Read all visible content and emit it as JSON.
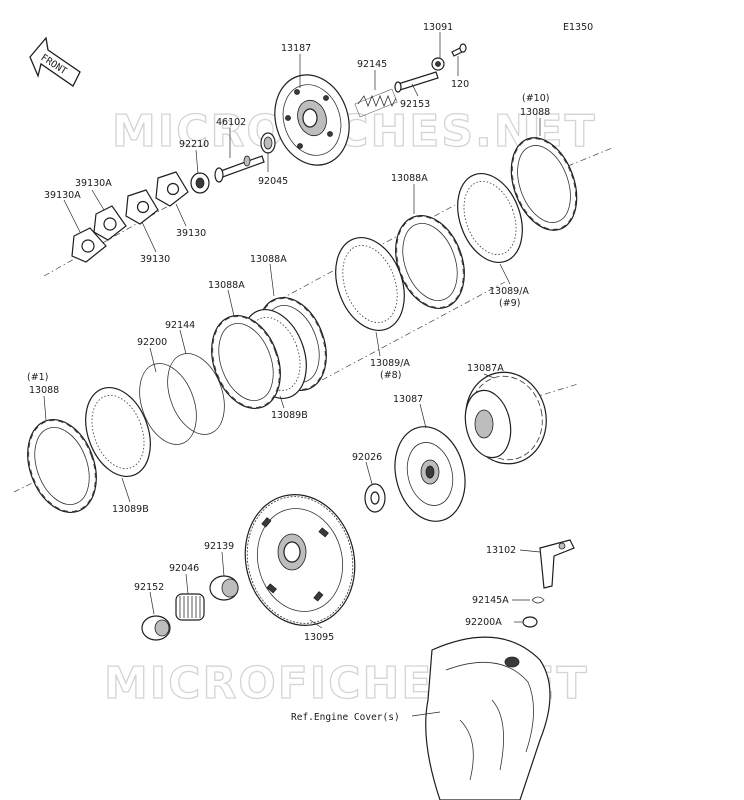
{
  "diagram_code": "E1350",
  "front_label": "FRONT",
  "watermark": "MICROFICHES.NET",
  "ref_note": "Ref.Engine Cover(s)",
  "parts": {
    "p13187": "13187",
    "p92145": "92145",
    "p13091": "13091",
    "p120": "120",
    "p92153": "92153",
    "p46102": "46102",
    "p92210": "92210",
    "p92045": "92045",
    "p39130A_1": "39130A",
    "p39130A_2": "39130A",
    "p39130_1": "39130",
    "p39130_2": "39130",
    "p13088_10_tag": "(#10)",
    "p13088_10": "13088",
    "p13088A_1": "13088A",
    "p13088A_2": "13088A",
    "p13088A_3": "13088A",
    "p13089A_9": "13089/A",
    "p13089A_9_tag": "(#9)",
    "p13089A_8": "13089/A",
    "p13089A_8_tag": "(#8)",
    "p92144": "92144",
    "p92200": "92200",
    "p13089B_1": "13089B",
    "p13089B_2": "13089B",
    "p13088_1_tag": "(#1)",
    "p13088_1": "13088",
    "p13087A": "13087A",
    "p13087": "13087",
    "p92026": "92026",
    "p92139": "92139",
    "p92046": "92046",
    "p92152": "92152",
    "p13095": "13095",
    "p13102": "13102",
    "p92145A": "92145A",
    "p92200A": "92200A"
  }
}
